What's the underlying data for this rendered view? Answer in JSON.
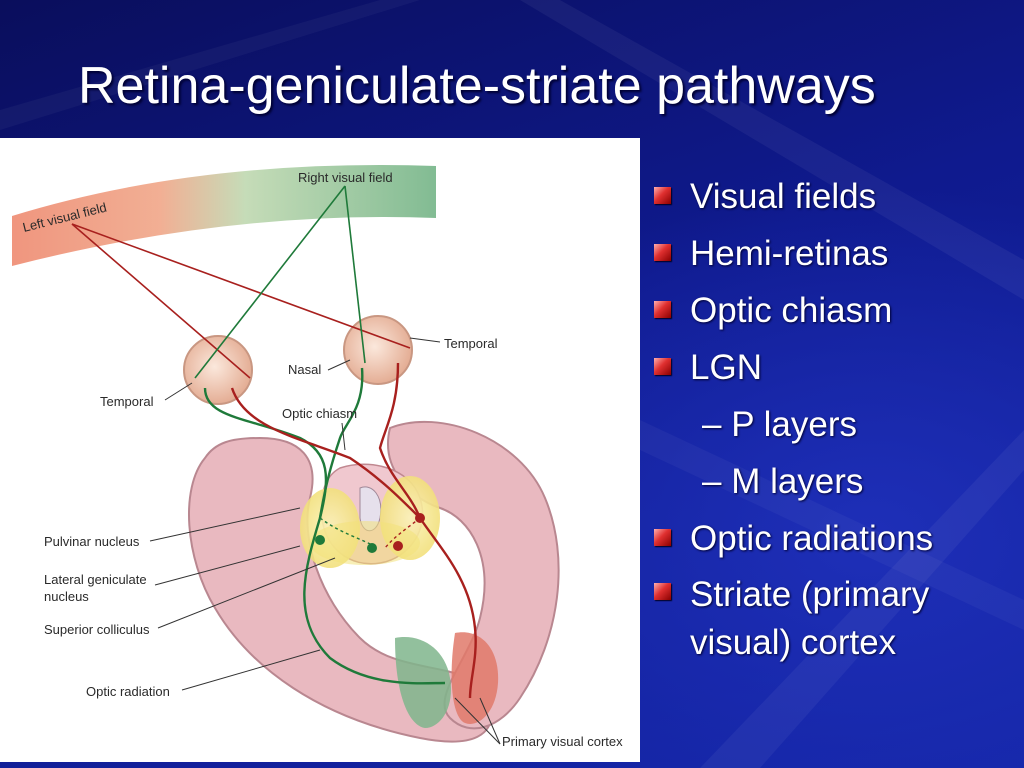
{
  "slide": {
    "title": "Retina-geniculate-striate pathways",
    "bullets": [
      {
        "text": "Visual fields",
        "level": 1
      },
      {
        "text": "Hemi-retinas",
        "level": 1
      },
      {
        "text": "Optic chiasm",
        "level": 1
      },
      {
        "text": "LGN",
        "level": 1
      },
      {
        "text": "– P layers",
        "level": 2
      },
      {
        "text": "– M layers",
        "level": 2
      },
      {
        "text": "Optic radiations",
        "level": 1
      },
      {
        "text": "Striate (primary visual) cortex",
        "level": 1
      }
    ]
  },
  "figure": {
    "labels": {
      "left_visual_field": "Left visual field",
      "right_visual_field": "Right visual field",
      "temporal_right": "Temporal",
      "nasal": "Nasal",
      "temporal_left": "Temporal",
      "optic_chiasm": "Optic chiasm",
      "pulvinar_nucleus": "Pulvinar nucleus",
      "lgn_line1": "Lateral geniculate",
      "lgn_line2": "nucleus",
      "superior_colliculus": "Superior colliculus",
      "optic_radiation": "Optic radiation",
      "primary_visual_cortex": "Primary visual cortex"
    }
  },
  "colors": {
    "background": "#0b1170",
    "bullet_marker": "#e03030",
    "left_field": "#e8826c",
    "right_field": "#74b487",
    "red_pathway": "#a8201e",
    "green_pathway": "#1f7a3a",
    "brain_tissue": "#e8b4bc",
    "lgn_yellow": "#f5e98a"
  }
}
